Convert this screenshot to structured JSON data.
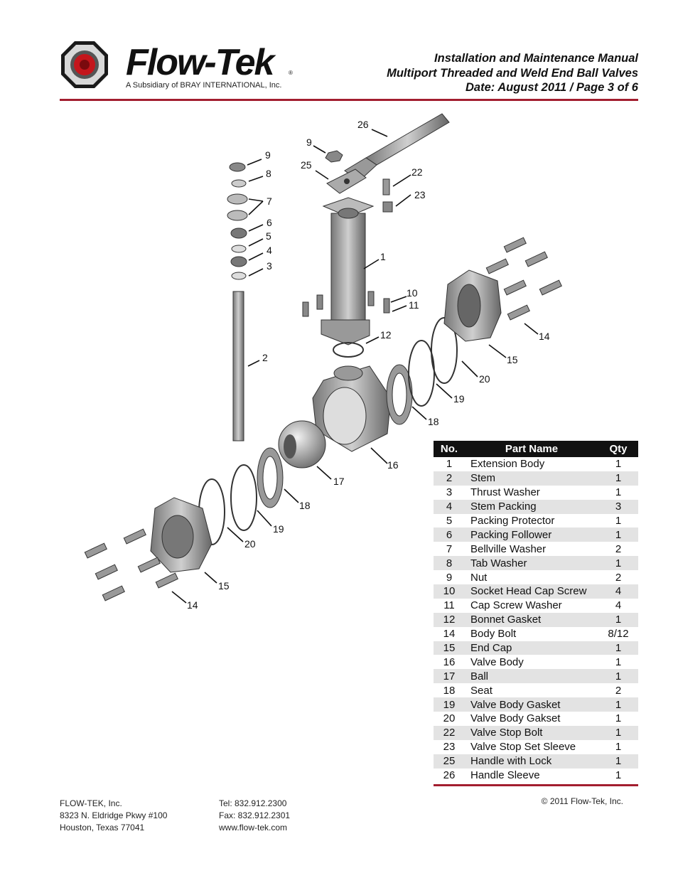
{
  "header": {
    "brand": "Flow-Tek",
    "registered_mark": "®",
    "subsidiary": "A Subsidiary of BRAY INTERNATIONAL, Inc.",
    "title_line1": "Installation and Maintenance Manual",
    "title_line2": "Multiport Threaded and Weld End Ball Valves",
    "title_line3": "Date: August 2011 / Page 3 of 6"
  },
  "colors": {
    "accent": "#a31e2f",
    "table_header": "#111111",
    "row_alt": "#e3e3e3"
  },
  "diagram": {
    "callouts": [
      "26",
      "9",
      "25",
      "22",
      "23",
      "9",
      "8",
      "7",
      "6",
      "5",
      "4",
      "3",
      "1",
      "10",
      "11",
      "12",
      "2",
      "14",
      "15",
      "20",
      "19",
      "18",
      "16",
      "17",
      "18",
      "19",
      "20",
      "15",
      "14"
    ]
  },
  "parts_table": {
    "headers": {
      "no": "No.",
      "name": "Part Name",
      "qty": "Qty"
    },
    "rows": [
      {
        "no": "1",
        "name": "Extension Body",
        "qty": "1"
      },
      {
        "no": "2",
        "name": "Stem",
        "qty": "1"
      },
      {
        "no": "3",
        "name": "Thrust Washer",
        "qty": "1"
      },
      {
        "no": "4",
        "name": "Stem Packing",
        "qty": "3"
      },
      {
        "no": "5",
        "name": "Packing Protector",
        "qty": "1"
      },
      {
        "no": "6",
        "name": "Packing Follower",
        "qty": "1"
      },
      {
        "no": "7",
        "name": "Bellville Washer",
        "qty": "2"
      },
      {
        "no": "8",
        "name": "Tab Washer",
        "qty": "1"
      },
      {
        "no": "9",
        "name": "Nut",
        "qty": "2"
      },
      {
        "no": "10",
        "name": "Socket Head Cap Screw",
        "qty": "4"
      },
      {
        "no": "11",
        "name": "Cap Screw Washer",
        "qty": "4"
      },
      {
        "no": "12",
        "name": "Bonnet Gasket",
        "qty": "1"
      },
      {
        "no": "14",
        "name": "Body Bolt",
        "qty": "8/12"
      },
      {
        "no": "15",
        "name": "End Cap",
        "qty": "1"
      },
      {
        "no": "16",
        "name": "Valve Body",
        "qty": "1"
      },
      {
        "no": "17",
        "name": "Ball",
        "qty": "1"
      },
      {
        "no": "18",
        "name": "Seat",
        "qty": "2"
      },
      {
        "no": "19",
        "name": "Valve Body Gasket",
        "qty": "1"
      },
      {
        "no": "20",
        "name": "Valve Body Gakset",
        "qty": "1"
      },
      {
        "no": "22",
        "name": "Valve Stop Bolt",
        "qty": "1"
      },
      {
        "no": "23",
        "name": "Valve Stop Set Sleeve",
        "qty": "1"
      },
      {
        "no": "25",
        "name": "Handle with Lock",
        "qty": "1"
      },
      {
        "no": "26",
        "name": "Handle Sleeve",
        "qty": "1"
      }
    ]
  },
  "footer": {
    "company": "FLOW-TEK, Inc.",
    "address1": "8323 N. Eldridge Pkwy #100",
    "address2": "Houston, Texas 77041",
    "tel": "Tel: 832.912.2300",
    "fax": "Fax: 832.912.2301",
    "web": "www.flow-tek.com",
    "copyright": "© 2011 Flow-Tek, Inc."
  }
}
